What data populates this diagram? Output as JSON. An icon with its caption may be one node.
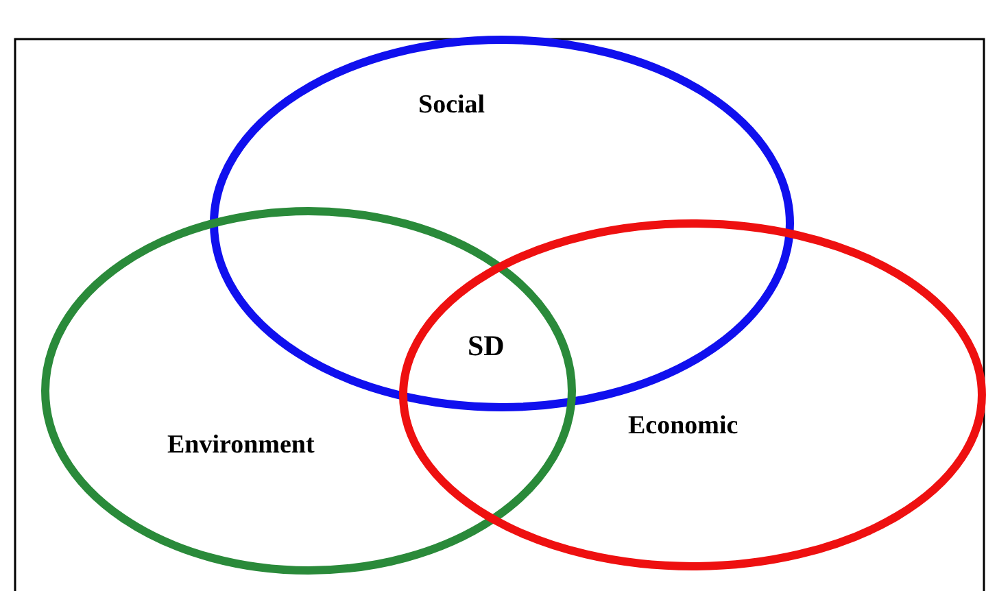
{
  "diagram": {
    "nodes": [
      {
        "text": [
          "Social"
        ]
      },
      {
        "text": [
          "Environment"
        ]
      },
      {
        "text": [
          "Economic"
        ]
      }
    ],
    "edges": [],
    "labels": [
      "SD"
    ]
  }
}
